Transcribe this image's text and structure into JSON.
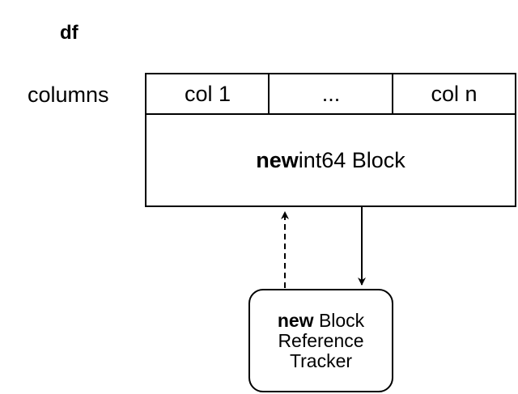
{
  "dataframe": {
    "name": "df",
    "columns_label": "columns",
    "columns": [
      "col 1",
      "...",
      "col n"
    ]
  },
  "block": {
    "keyword": "new",
    "label": "int64 Block"
  },
  "tracker": {
    "keyword": "new",
    "line1": "Block",
    "line2": "Reference",
    "line3": "Tracker"
  }
}
